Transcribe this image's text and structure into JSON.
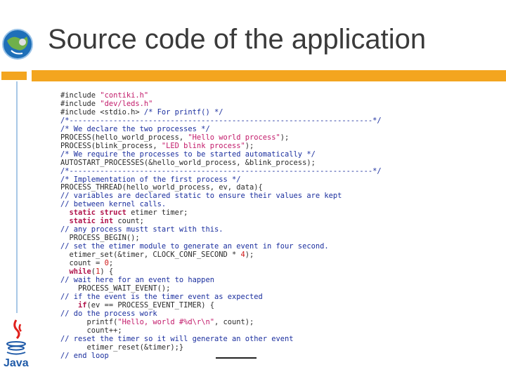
{
  "slide": {
    "title": "Source code of the application",
    "java_logo_text": "Java"
  },
  "code": {
    "lines": [
      [
        [
          "pp",
          "#include "
        ],
        [
          "st",
          "\"contiki.h\""
        ]
      ],
      [
        [
          "pp",
          "#include "
        ],
        [
          "st",
          "\"dev/leds.h\""
        ]
      ],
      [
        [
          "pp",
          "#include <stdio.h> "
        ],
        [
          "cm",
          "/* For printf() */"
        ]
      ],
      [
        [
          "cm",
          "/*---------------------------------------------------------------------*/"
        ]
      ],
      [
        [
          "cm",
          "/* We declare the two processes */"
        ]
      ],
      [
        [
          "pp",
          "PROCESS(hello_world_process, "
        ],
        [
          "st",
          "\"Hello world process\""
        ],
        [
          "pp",
          ");"
        ]
      ],
      [
        [
          "pp",
          "PROCESS(blink_process, "
        ],
        [
          "st",
          "\"LED blink process\""
        ],
        [
          "pp",
          ");"
        ]
      ],
      [
        [
          "cm",
          "/* We require the processes to be started automatically */"
        ]
      ],
      [
        [
          "pp",
          "AUTOSTART_PROCESSES(&hello_world_process, &blink_process);"
        ]
      ],
      [
        [
          "cm",
          "/*---------------------------------------------------------------------*/"
        ]
      ],
      [
        [
          "cm",
          "/* Implementation of the first process */"
        ]
      ],
      [
        [
          "pp",
          "PROCESS_THREAD(hello_world_process, ev, data){"
        ]
      ],
      [
        [
          "cm",
          "// variables are declared static to ensure their values are kept"
        ]
      ],
      [
        [
          "cm",
          "// between kernel calls."
        ]
      ],
      [
        [
          "pp",
          "  "
        ],
        [
          "kw",
          "static struct"
        ],
        [
          "pp",
          " etimer timer;"
        ]
      ],
      [
        [
          "pp",
          "  "
        ],
        [
          "kw",
          "static int"
        ],
        [
          "pp",
          " count;"
        ]
      ],
      [
        [
          "cm",
          "// any process mustt start with this."
        ]
      ],
      [
        [
          "pp",
          "  PROCESS_BEGIN();"
        ]
      ],
      [
        [
          "cm",
          "// set the etimer module to generate an event in four second."
        ]
      ],
      [
        [
          "pp",
          "  etimer_set(&timer, CLOCK_CONF_SECOND * "
        ],
        [
          "nm",
          "4"
        ],
        [
          "pp",
          ");"
        ]
      ],
      [
        [
          "pp",
          "  count = "
        ],
        [
          "nm",
          "0"
        ],
        [
          "pp",
          ";"
        ]
      ],
      [
        [
          "pp",
          "  "
        ],
        [
          "kw",
          "while"
        ],
        [
          "pp",
          "("
        ],
        [
          "nm",
          "1"
        ],
        [
          "pp",
          ") {"
        ]
      ],
      [
        [
          "cm",
          "// wait here for an event to happen"
        ]
      ],
      [
        [
          "pp",
          "    PROCESS_WAIT_EVENT();"
        ]
      ],
      [
        [
          "cm",
          "// if the event is the timer event as expected"
        ]
      ],
      [
        [
          "pp",
          "    "
        ],
        [
          "kw",
          "if"
        ],
        [
          "pp",
          "(ev == PROCESS_EVENT_TIMER) {"
        ]
      ],
      [
        [
          "cm",
          "// do the process work"
        ]
      ],
      [
        [
          "pp",
          "      printf("
        ],
        [
          "st",
          "\"Hello, world #%d\\r\\n\""
        ],
        [
          "pp",
          ", count);"
        ]
      ],
      [
        [
          "pp",
          "      count++;"
        ]
      ],
      [
        [
          "cm",
          "// reset the timer so it will generate an other event"
        ]
      ],
      [
        [
          "pp",
          "      etimer_reset(&timer);}"
        ]
      ],
      [
        [
          "cm",
          "// end loop"
        ]
      ]
    ]
  },
  "colors": {
    "accent_bar": "#f3a51f",
    "comment": "#1a2e9e",
    "string": "#c21a6a",
    "keyword": "#b0134a",
    "number": "#d01818"
  }
}
